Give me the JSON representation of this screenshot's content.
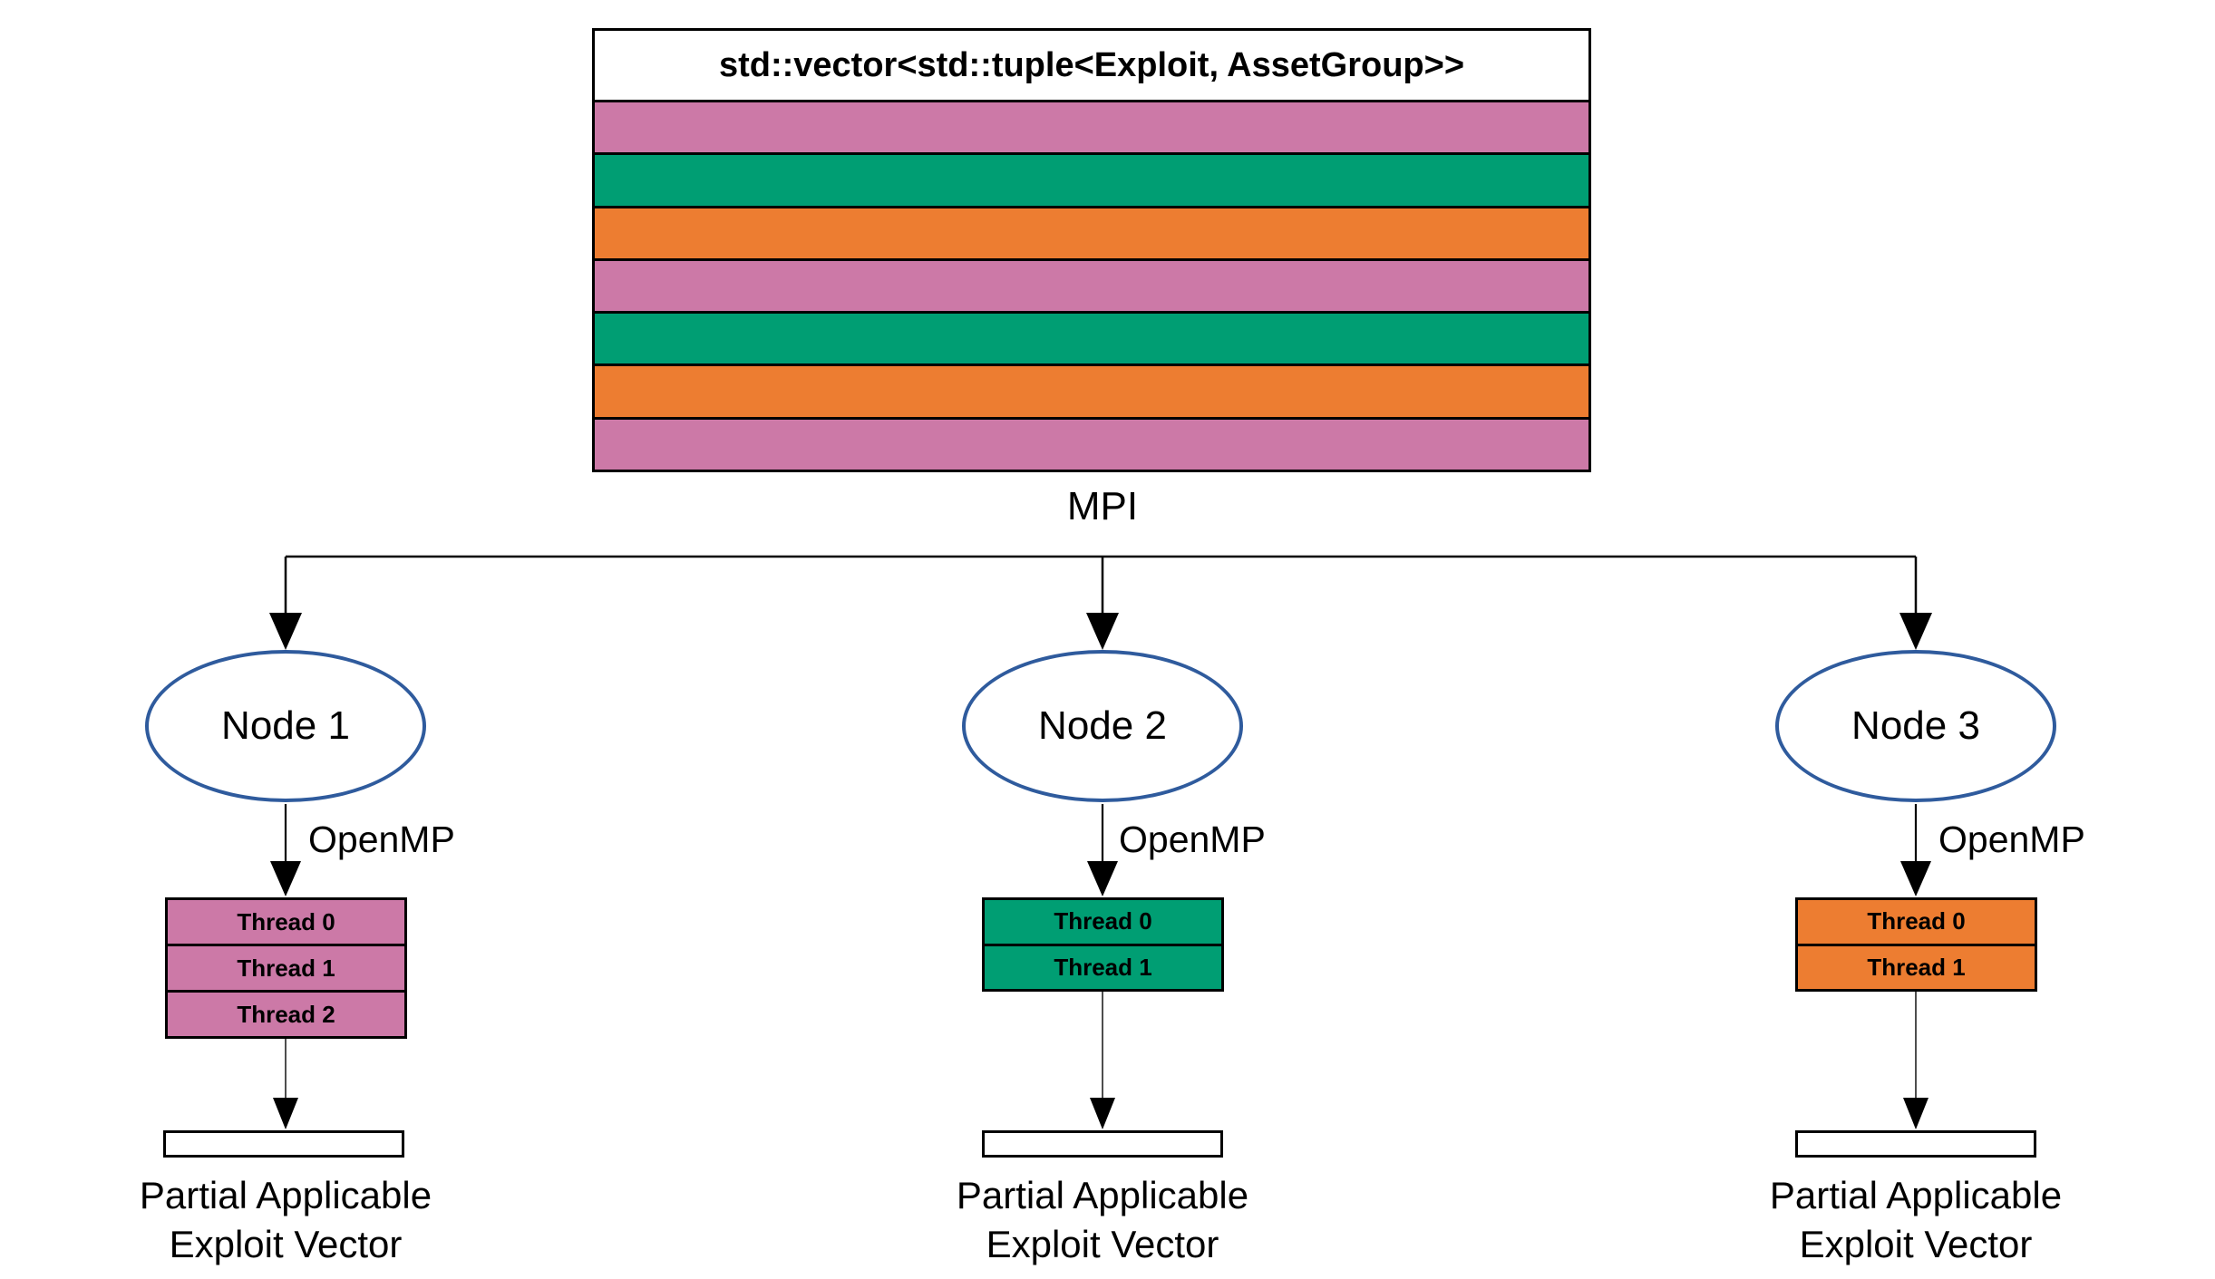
{
  "palette": {
    "pink": "#CC79A7",
    "green": "#009E73",
    "orange": "#ED7D31",
    "node_stroke": "#2F5B9D",
    "line": "#000000"
  },
  "vector_box": {
    "title": "std::vector<std::tuple<Exploit, AssetGroup>>",
    "stripe_colors": [
      "#CC79A7",
      "#009E73",
      "#ED7D31",
      "#CC79A7",
      "#009E73",
      "#ED7D31",
      "#CC79A7"
    ]
  },
  "mpi_label": "MPI",
  "nodes": [
    {
      "label": "Node 1",
      "openmp_label": "OpenMP",
      "color": "#CC79A7",
      "threads": [
        "Thread 0",
        "Thread 1",
        "Thread 2"
      ],
      "output_label": [
        "Partial Applicable",
        "Exploit Vector"
      ]
    },
    {
      "label": "Node 2",
      "openmp_label": "OpenMP",
      "color": "#009E73",
      "threads": [
        "Thread 0",
        "Thread 1"
      ],
      "output_label": [
        "Partial Applicable",
        "Exploit Vector"
      ]
    },
    {
      "label": "Node 3",
      "openmp_label": "OpenMP",
      "color": "#ED7D31",
      "threads": [
        "Thread 0",
        "Thread 1"
      ],
      "output_label": [
        "Partial Applicable",
        "Exploit Vector"
      ]
    }
  ]
}
